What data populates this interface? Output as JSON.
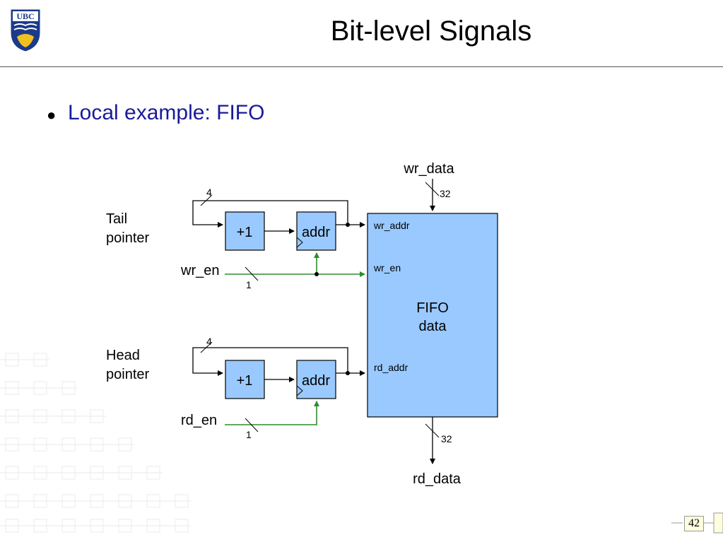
{
  "slide": {
    "title": "Bit-level Signals",
    "bullet": "Local example: FIFO",
    "page_number": "42",
    "logo_text": "UBC"
  },
  "diagram": {
    "tail_label_line1": "Tail",
    "tail_label_line2": "pointer",
    "head_label_line1": "Head",
    "head_label_line2": "pointer",
    "plus_one_label": "+1",
    "addr_label": "addr",
    "wr_en_label": "wr_en",
    "rd_en_label": "rd_en",
    "wr_data_label": "wr_data",
    "rd_data_label": "rd_data",
    "width_4": "4",
    "width_1": "1",
    "width_32": "32",
    "fifo_port_wr_addr": "wr_addr",
    "fifo_port_wr_en": "wr_en",
    "fifo_port_rd_addr": "rd_addr",
    "fifo_title_line1": "FIFO",
    "fifo_title_line2": "data"
  },
  "colors": {
    "bullet_text": "#1a1a9a",
    "box_fill": "#99c9ff",
    "enable_wire": "#2e8b2e",
    "wire": "#000000"
  }
}
